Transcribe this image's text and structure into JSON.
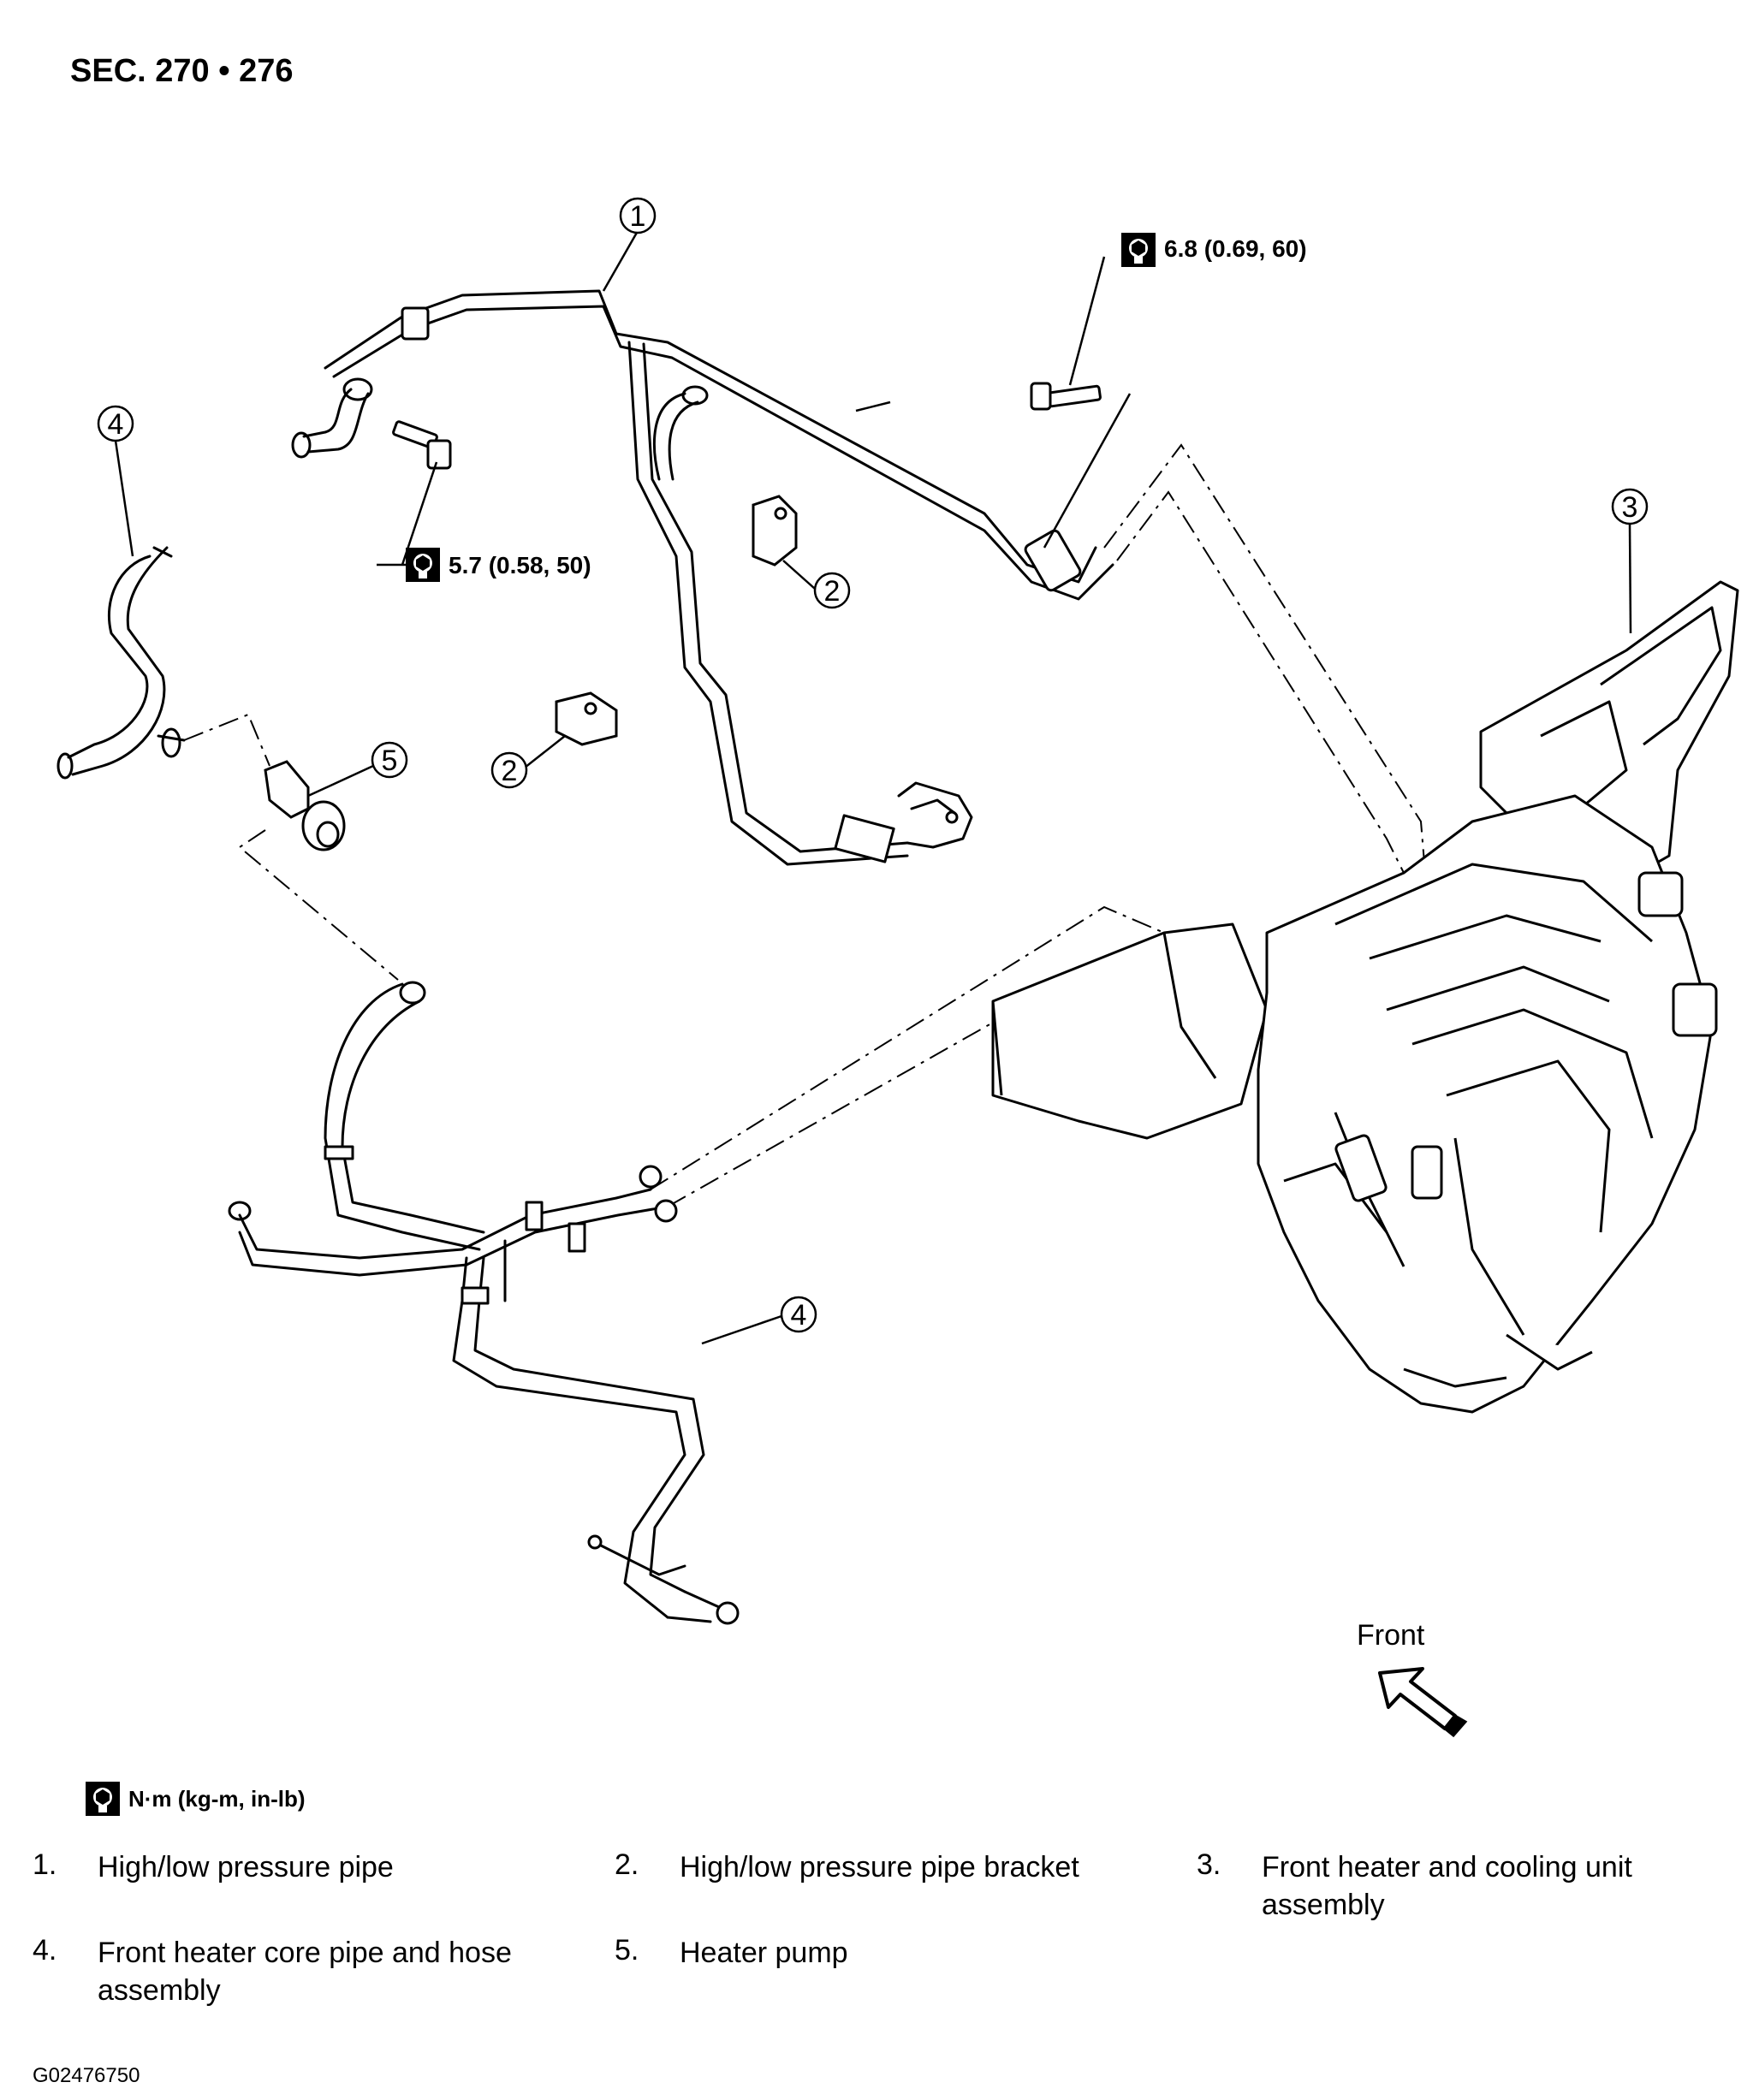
{
  "section_title": "SEC. 270 • 276",
  "callouts": [
    {
      "id": "c1",
      "number": "1"
    },
    {
      "id": "c2a",
      "number": "2"
    },
    {
      "id": "c2b",
      "number": "2"
    },
    {
      "id": "c3",
      "number": "3"
    },
    {
      "id": "c4a",
      "number": "4"
    },
    {
      "id": "c4b",
      "number": "4"
    },
    {
      "id": "c5",
      "number": "5"
    }
  ],
  "torque_specs": [
    {
      "id": "t1",
      "value": "6.8 (0.69, 60)"
    },
    {
      "id": "t2",
      "value": "5.7 (0.58, 50)"
    }
  ],
  "direction_label": "Front",
  "units_legend": "N·m (kg-m, in-lb)",
  "legend": [
    {
      "number": "1.",
      "text": "High/low pressure pipe"
    },
    {
      "number": "2.",
      "text": "High/low pressure pipe bracket"
    },
    {
      "number": "3.",
      "text": "Front heater and cooling unit assembly"
    },
    {
      "number": "4.",
      "text": "Front heater core pipe and hose assembly"
    },
    {
      "number": "5.",
      "text": "Heater pump"
    }
  ],
  "figure_id": "G02476750",
  "icons": {
    "torque": "torque-wrench-icon",
    "front_arrow": "front-arrow-icon"
  }
}
